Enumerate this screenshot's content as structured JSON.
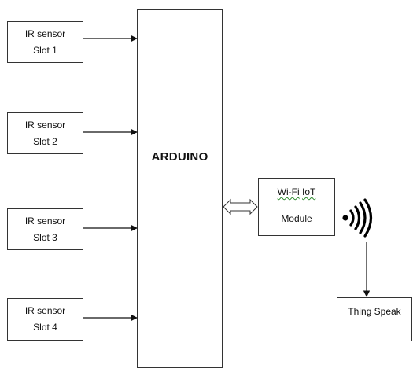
{
  "sensors": [
    {
      "line1": "IR sensor",
      "line2": "Slot 1"
    },
    {
      "line1": "IR sensor",
      "line2": "Slot 2"
    },
    {
      "line1": "IR sensor",
      "line2": "Slot 3"
    },
    {
      "line1": "IR sensor",
      "line2": "Slot 4"
    }
  ],
  "arduino": {
    "label": "ARDUINO"
  },
  "wifi_module": {
    "prefix": "Wi-Fi",
    "separator": " ",
    "squiggle": "IoT",
    "line2": "Module"
  },
  "cloud": {
    "label": "Thing Speak"
  },
  "icons": {
    "signal": "wireless-signal-icon"
  },
  "colors": {
    "stroke": "#333333",
    "spellcheck_underline": "#2e8b2e"
  }
}
